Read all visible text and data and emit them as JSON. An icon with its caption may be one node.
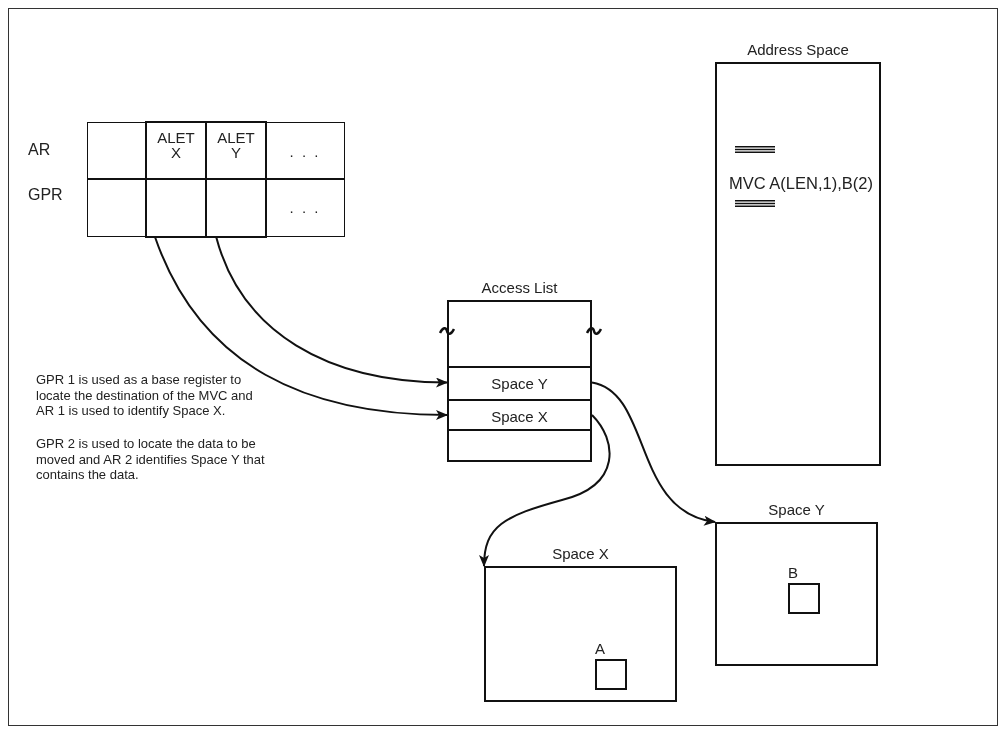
{
  "diagram": {
    "nodes": [
      {
        "text": [],
        "shape": "box"
      },
      {
        "text": [
          "ALET X"
        ],
        "in": 0
      },
      {
        "text": [
          "ALET Y"
        ],
        "in": 0
      },
      {
        "text": [],
        "shape": "box",
        "in": 0
      },
      {
        "text": [],
        "shape": "box",
        "in": 0
      },
      {
        "text": [
          "Access List"
        ]
      },
      {
        "text": [
          "Space Y"
        ],
        "in": 5
      },
      {
        "text": [
          "Space X"
        ],
        "in": 5
      },
      {
        "text": [
          "Address Space",
          "MVC A(LEN,1),B(2)"
        ]
      },
      {
        "text": [
          "Space Y"
        ]
      },
      {
        "text": [
          "B"
        ],
        "in": 9
      },
      {
        "text": [
          "Space X"
        ]
      },
      {
        "text": [
          "A"
        ],
        "in": 11
      }
    ],
    "edges": [
      {
        "from": 4,
        "to": 6,
        "arrow": "to"
      },
      {
        "from": 3,
        "to": 7,
        "arrow": "to"
      },
      {
        "from": 6,
        "to": 9,
        "arrow": "to"
      },
      {
        "from": 7,
        "to": 11,
        "arrow": "to"
      }
    ],
    "labels": [
      "AR",
      "GPR",
      ". . .",
      ". . .",
      "GPR 1 is used as a base register to locate the destination of the MVC and AR 1 is used to identify Space X.",
      "GPR 2 is used to locate the data to be moved and AR 2 identifies Space Y that contains the data."
    ]
  }
}
